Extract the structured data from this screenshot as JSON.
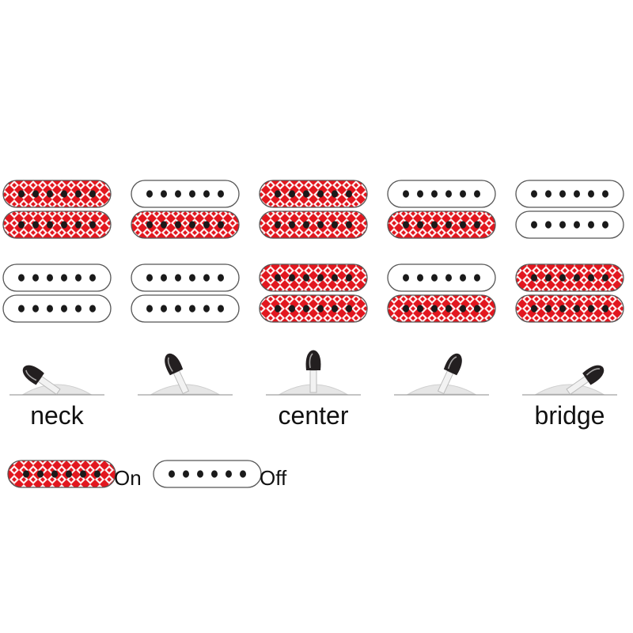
{
  "colors": {
    "on_fill": "#e2171f",
    "off_fill": "#ffffff",
    "outline": "#555555",
    "pole": "#1a1a1a",
    "lever_tip": "#231f20",
    "switch_base": "#e6e6e6"
  },
  "positions": [
    {
      "label": "neck",
      "lever_angle": -55,
      "humbuckers": [
        [
          "on",
          "on"
        ],
        [
          "off",
          "off"
        ]
      ]
    },
    {
      "label": "",
      "lever_angle": -25,
      "humbuckers": [
        [
          "off",
          "on"
        ],
        [
          "off",
          "off"
        ]
      ]
    },
    {
      "label": "center",
      "lever_angle": 0,
      "humbuckers": [
        [
          "on",
          "on"
        ],
        [
          "on",
          "on"
        ]
      ]
    },
    {
      "label": "",
      "lever_angle": 25,
      "humbuckers": [
        [
          "off",
          "on"
        ],
        [
          "off",
          "on"
        ]
      ]
    },
    {
      "label": "bridge",
      "lever_angle": 55,
      "humbuckers": [
        [
          "off",
          "off"
        ],
        [
          "on",
          "on"
        ]
      ]
    }
  ],
  "legend": {
    "on_label": "On",
    "off_label": "Off"
  },
  "pole_count": 6
}
